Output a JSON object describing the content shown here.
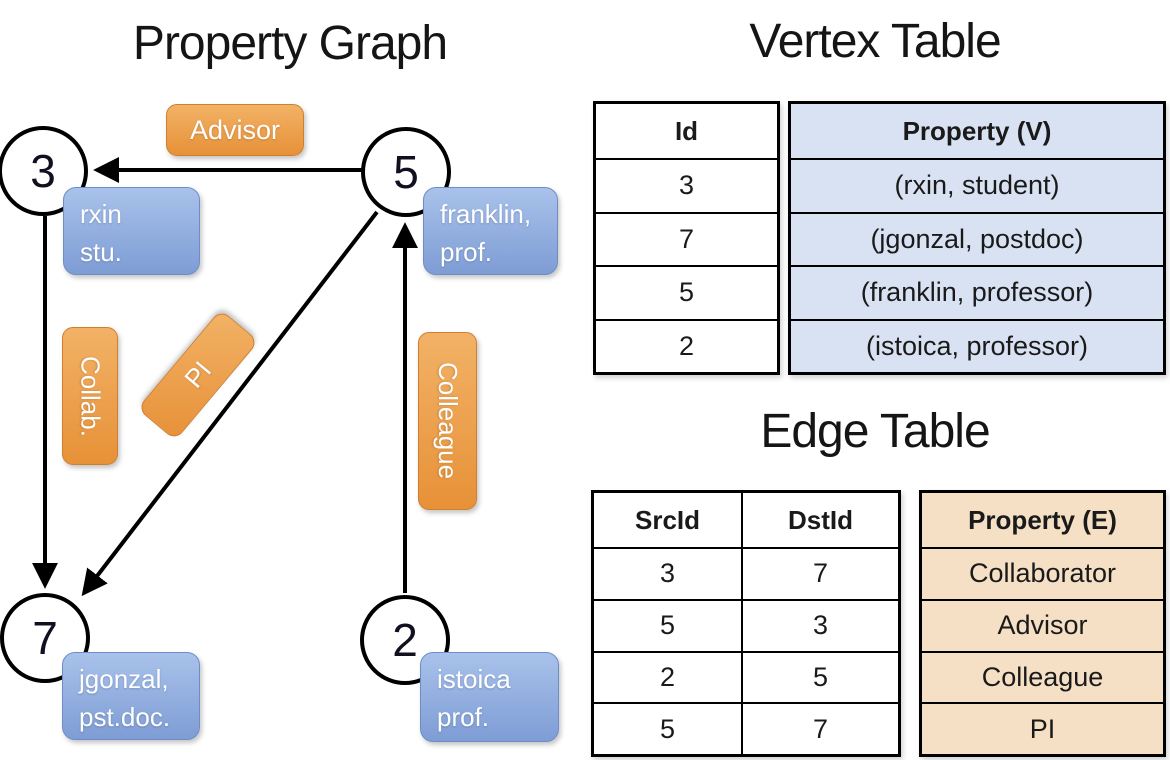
{
  "graph": {
    "title": "Property Graph",
    "vertices": {
      "v3": {
        "id": "3",
        "prop_line1": "rxin",
        "prop_line2": "stu."
      },
      "v5": {
        "id": "5",
        "prop_line1": "franklin,",
        "prop_line2": "prof."
      },
      "v7": {
        "id": "7",
        "prop_line1": "jgonzal,",
        "prop_line2": "pst.doc."
      },
      "v2": {
        "id": "2",
        "prop_line1": "istoica",
        "prop_line2": "prof."
      }
    },
    "edges": [
      {
        "label": "Advisor",
        "src": "5",
        "dst": "3"
      },
      {
        "label": "Collab.",
        "src": "3",
        "dst": "7"
      },
      {
        "label": "PI",
        "src": "5",
        "dst": "7"
      },
      {
        "label": "Colleague",
        "src": "2",
        "dst": "5"
      }
    ]
  },
  "vertex_table": {
    "title": "Vertex Table",
    "columns": [
      "Id",
      "Property (V)"
    ],
    "rows": [
      [
        "3",
        "(rxin, student)"
      ],
      [
        "7",
        "(jgonzal, postdoc)"
      ],
      [
        "5",
        "(franklin, professor)"
      ],
      [
        "2",
        "(istoica, professor)"
      ]
    ]
  },
  "edge_table": {
    "title": "Edge Table",
    "columns": [
      "SrcId",
      "DstId",
      "Property (E)"
    ],
    "rows": [
      [
        "3",
        "7",
        "Collaborator"
      ],
      [
        "5",
        "3",
        "Advisor"
      ],
      [
        "2",
        "5",
        "Colleague"
      ],
      [
        "5",
        "7",
        "PI"
      ]
    ]
  },
  "colors": {
    "edge_label_orange": "#EFA64C",
    "vertex_label_blue": "#8FACDE",
    "vertex_table_property_bg": "#D9E2F3",
    "edge_table_property_bg": "#F5DFC5",
    "line_black": "#000000"
  }
}
